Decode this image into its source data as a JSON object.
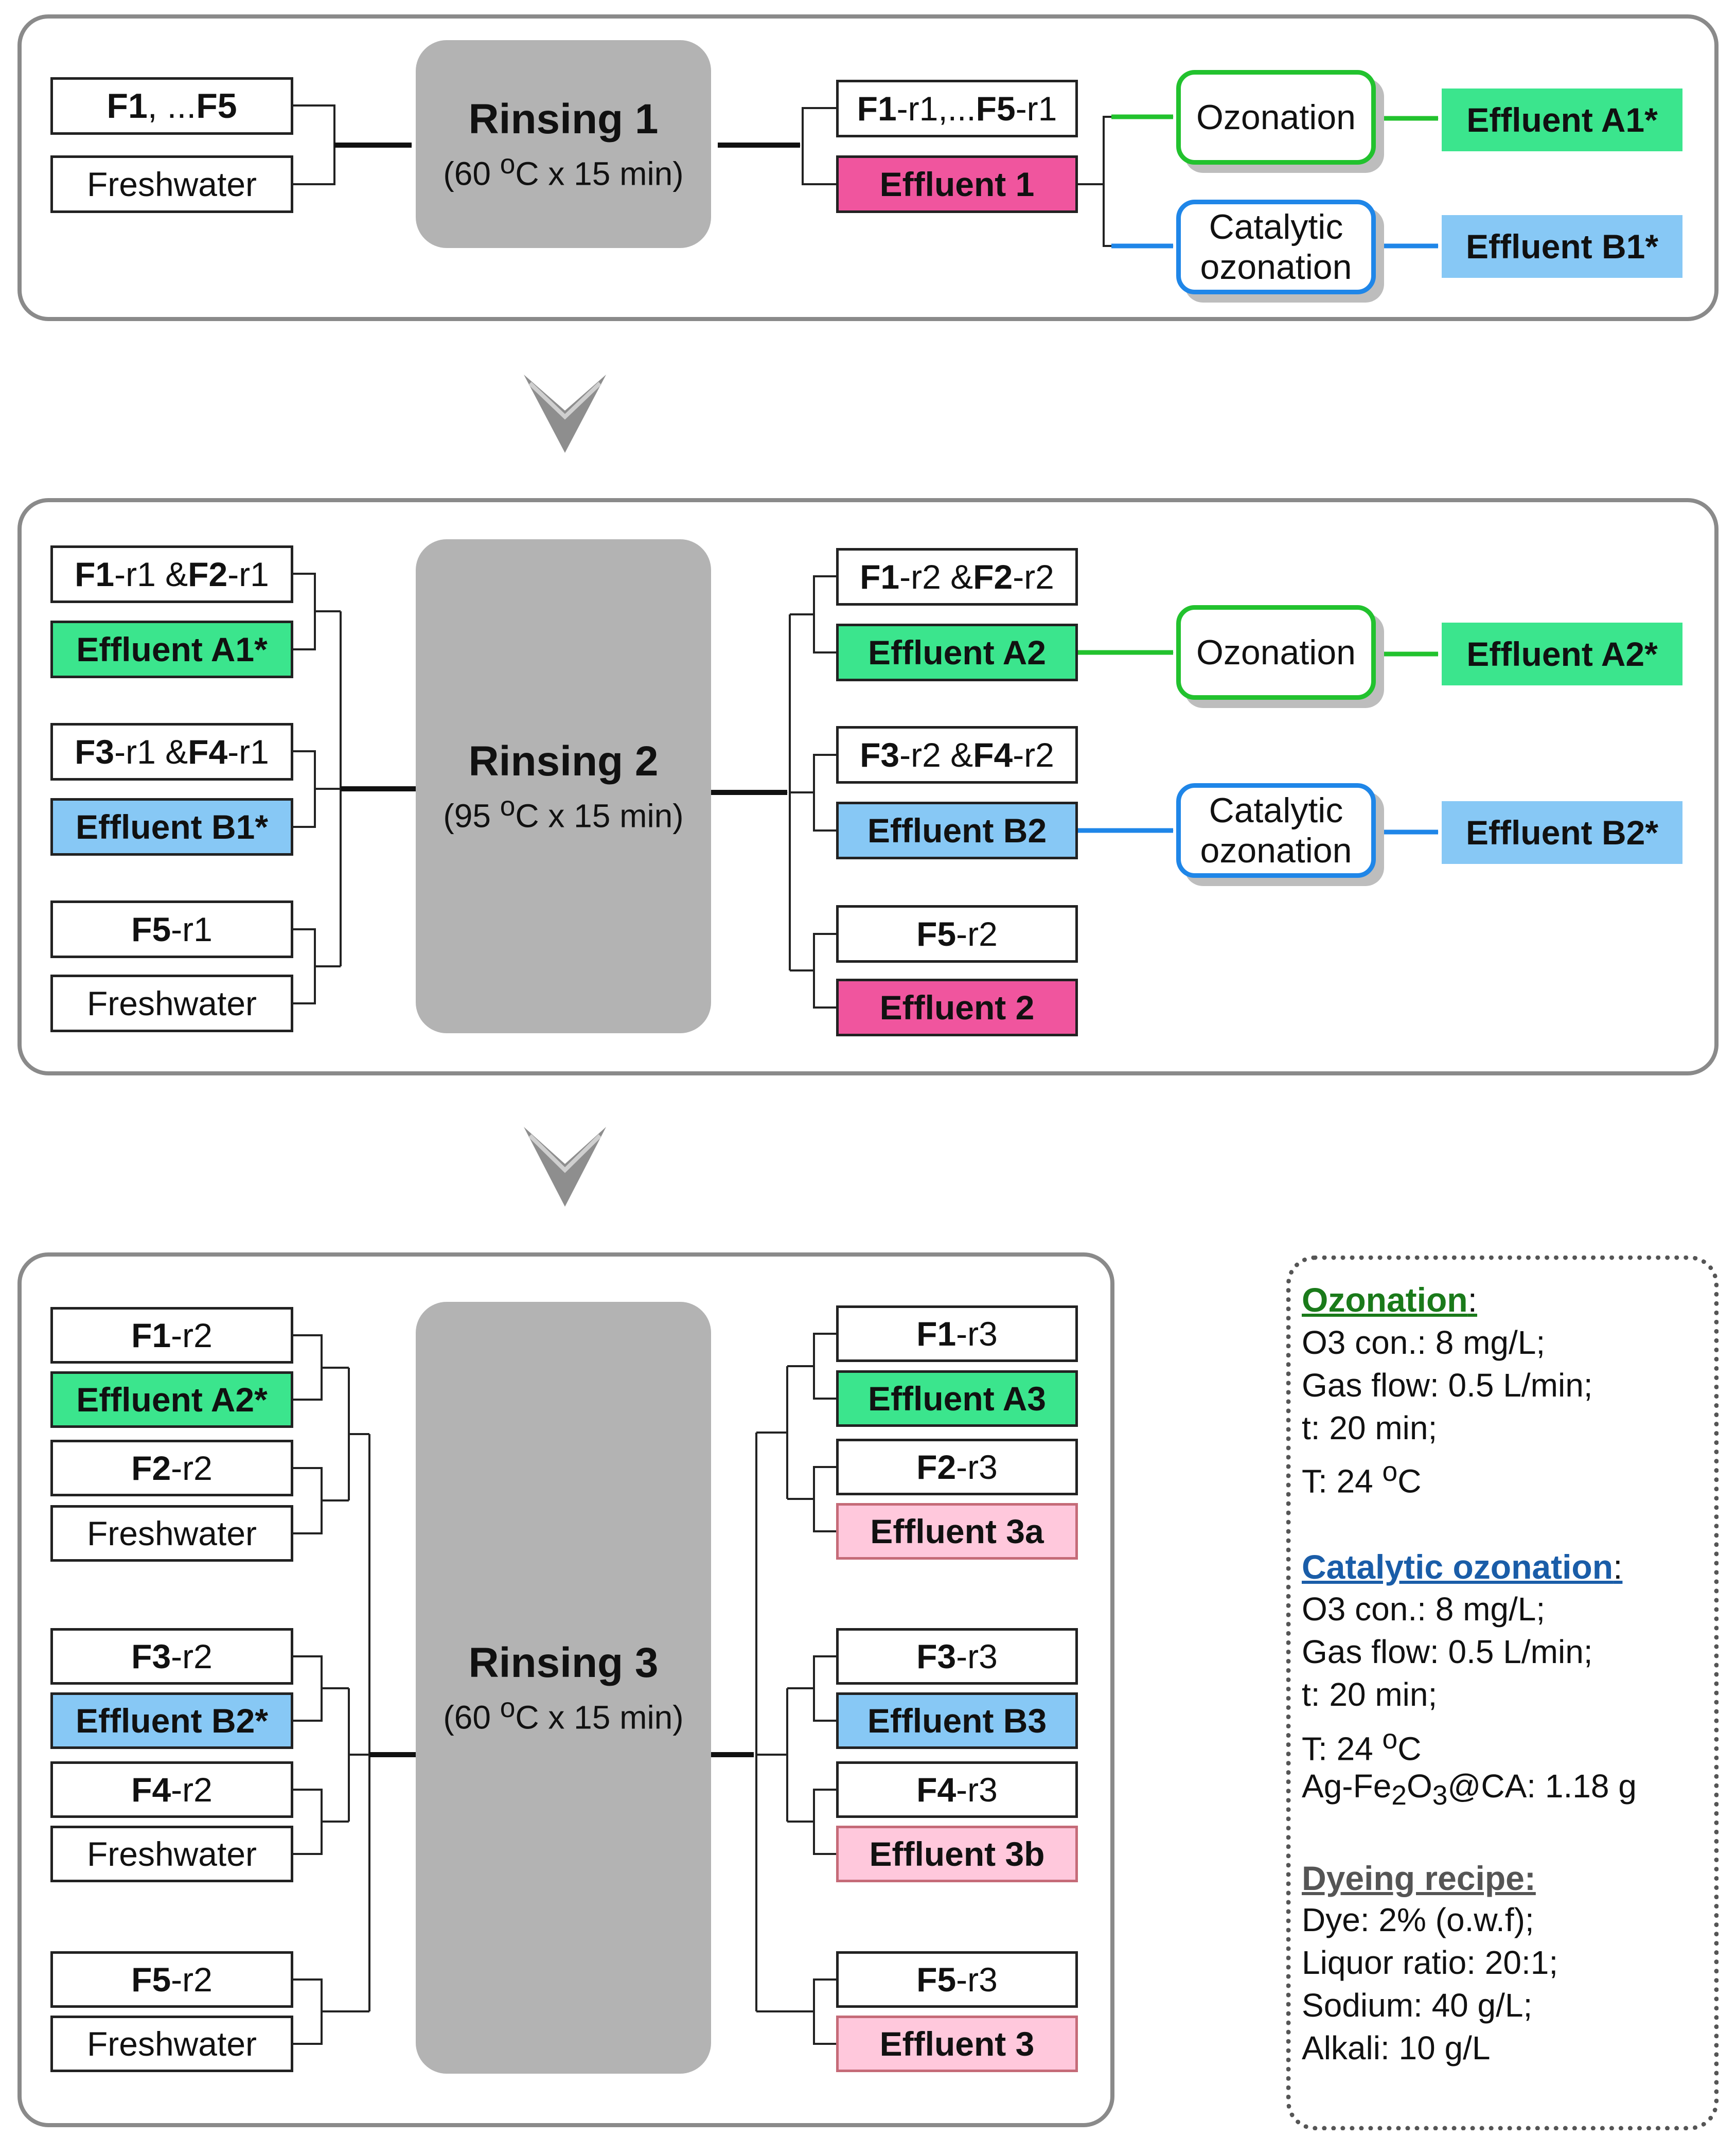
{
  "stage1": {
    "inputs": [
      {
        "html": "<b>F1</b>, ... <b>F5</b>"
      },
      {
        "text": "Freshwater"
      }
    ],
    "process": {
      "title": "Rinsing 1",
      "cond": "(60 <sup>o</sup>C x 15 min)"
    },
    "outputs": [
      {
        "html": "<b>F1</b>-r1,...<b>F5</b>-r1"
      },
      {
        "text": "Effluent 1"
      }
    ],
    "treat_a": "Ozonation",
    "treat_b": "Catalytic<br>ozonation",
    "result_a": "Effluent A1*",
    "result_b": "Effluent B1*"
  },
  "stage2": {
    "inputs": [
      {
        "html": "<b>F1</b>-r1 &amp; <b>F2</b>-r1"
      },
      {
        "text": "Effluent A1*"
      },
      {
        "html": "<b>F3</b>-r1 &amp; <b>F4</b>-r1"
      },
      {
        "text": "Effluent B1*"
      },
      {
        "html": "<b>F5</b>-r1"
      },
      {
        "text": "Freshwater"
      }
    ],
    "process": {
      "title": "Rinsing 2",
      "cond": "(95 <sup>o</sup>C x 15 min)"
    },
    "outputs": [
      {
        "html": "<b>F1</b>-r2 &amp; <b>F2</b>-r2"
      },
      {
        "text": "Effluent A2"
      },
      {
        "html": "<b>F3</b>-r2 &amp; <b>F4</b>-r2"
      },
      {
        "text": "Effluent B2"
      },
      {
        "html": "<b>F5</b>-r2"
      },
      {
        "text": "Effluent 2"
      }
    ],
    "treat_a": "Ozonation",
    "treat_b": "Catalytic<br>ozonation",
    "result_a": "Effluent A2*",
    "result_b": "Effluent B2*"
  },
  "stage3": {
    "inputs": [
      {
        "html": "<b>F1</b>-r2"
      },
      {
        "text": "Effluent A2*"
      },
      {
        "html": "<b>F2</b>-r2"
      },
      {
        "text": "Freshwater"
      },
      {
        "html": "<b>F3</b>-r2"
      },
      {
        "text": "Effluent B2*"
      },
      {
        "html": "<b>F4</b>-r2"
      },
      {
        "text": "Freshwater"
      },
      {
        "html": "<b>F5</b>-r2"
      },
      {
        "text": "Freshwater"
      }
    ],
    "process": {
      "title": "Rinsing 3",
      "cond": "(60 <sup>o</sup>C x 15 min)"
    },
    "outputs": [
      {
        "html": "<b>F1</b>-r3"
      },
      {
        "text": "Effluent A3"
      },
      {
        "html": "<b>F2</b>-r3"
      },
      {
        "text": "Effluent 3a"
      },
      {
        "html": "<b>F3</b>-r3"
      },
      {
        "text": "Effluent B3"
      },
      {
        "html": "<b>F4</b>-r3"
      },
      {
        "text": "Effluent 3b"
      },
      {
        "html": "<b>F5</b>-r3"
      },
      {
        "text": "Effluent 3"
      }
    ]
  },
  "legend": {
    "ozonation": {
      "title": "Ozonation",
      "sep": ":",
      "items": [
        "O3 con.: 8 mg/L;",
        "Gas flow: 0.5 L/min;",
        "t:  20 min;",
        "T: 24 <sup>o</sup>C"
      ]
    },
    "catalytic": {
      "title": "Catalytic ozonation",
      "sep": ":",
      "items": [
        "O3 con.: 8 mg/L;",
        "Gas flow: 0.5 L/min;",
        "t:  20 min;",
        "T: 24 <sup>o</sup>C",
        "Ag-Fe<sub>2</sub>O<sub>3</sub>@CA: 1.18 g"
      ]
    },
    "dyeing": {
      "title": "Dyeing recipe:",
      "items": [
        "Dye: 2% (o.w.f);",
        "Liquor ratio: 20:1;",
        "Sodium: 40 g/L;",
        "Alkali: 10 g/L"
      ]
    }
  },
  "colors": {
    "green_fill": "#3be58d",
    "blue_fill": "#87c8f5",
    "pink_fill": "#f0559e",
    "light_pink_fill": "#ffc8dc",
    "process_fill": "#b3b3b3",
    "green_arrow": "#22c22e",
    "blue_arrow": "#1f86e8"
  }
}
